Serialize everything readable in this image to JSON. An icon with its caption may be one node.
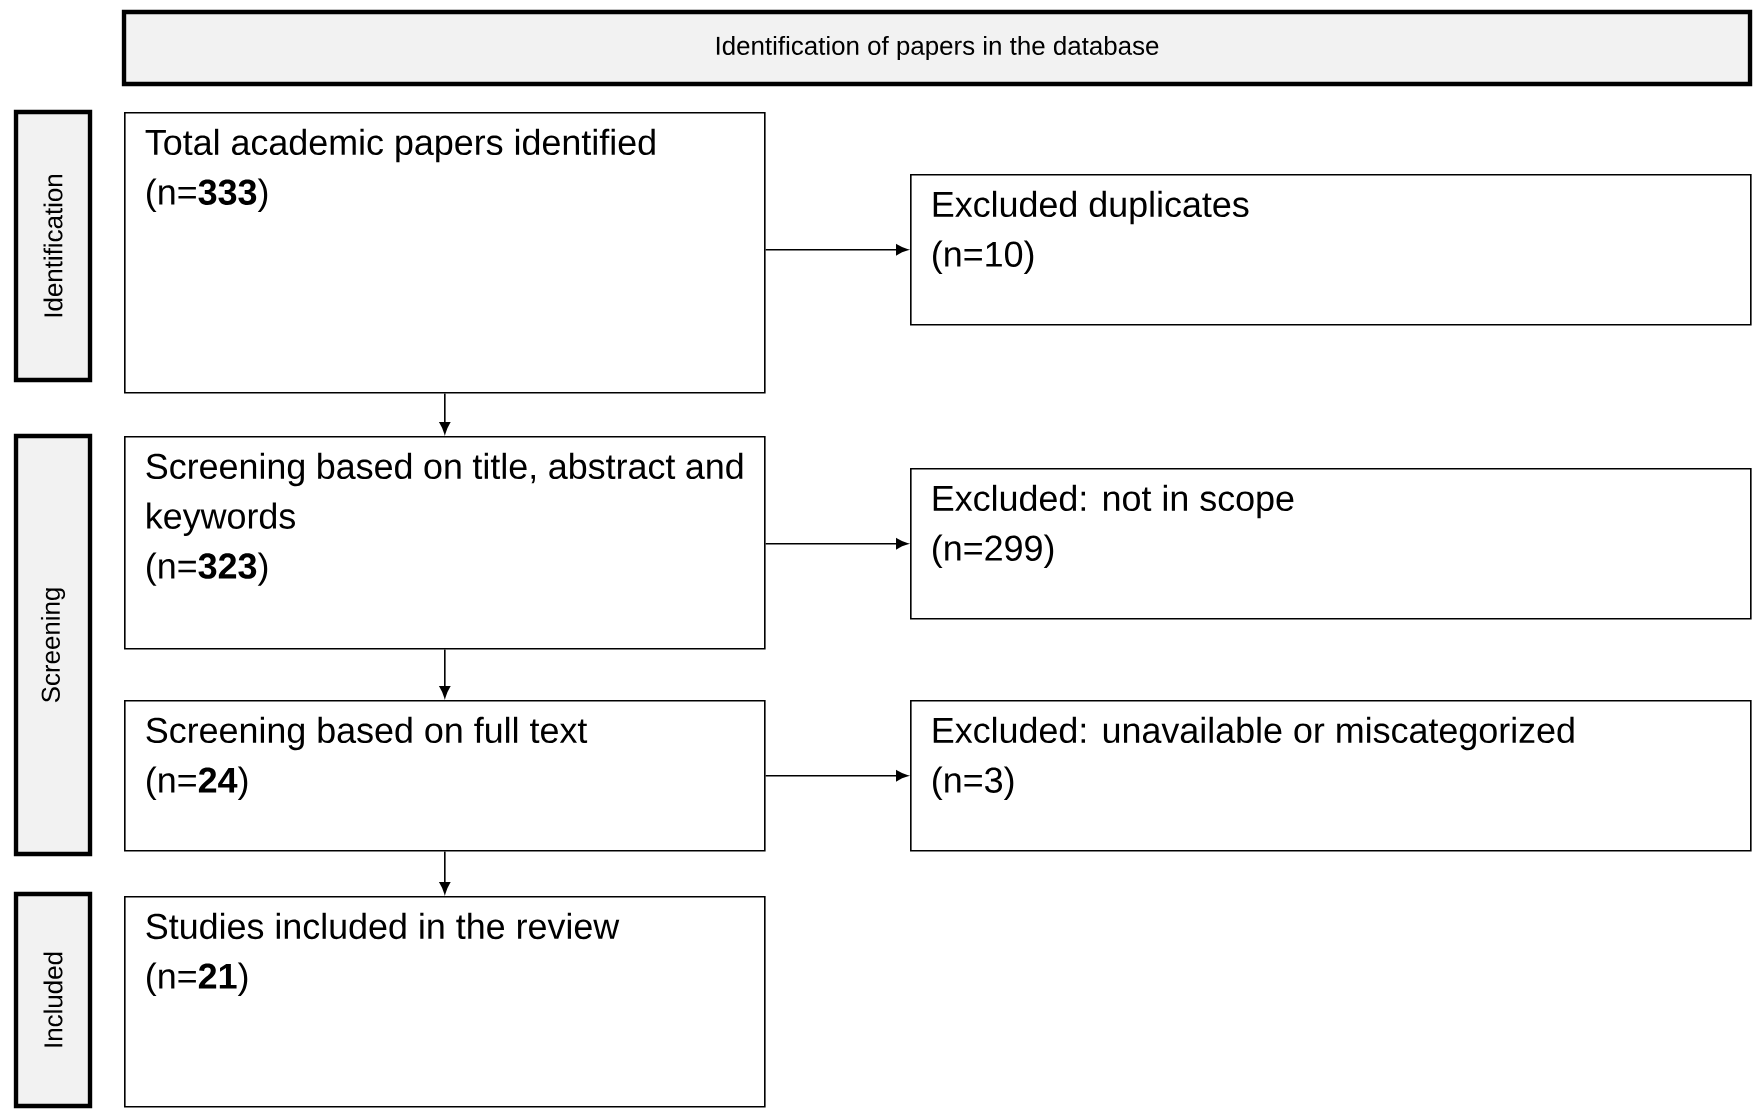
{
  "diagram": {
    "nodes": [
      {
        "text": [
          "Identification of papers in the database"
        ]
      },
      {
        "text": [
          "Identification"
        ]
      },
      {
        "text": [
          "Total academic papers identified",
          "(n=**333**)"
        ]
      },
      {
        "text": [
          "Excluded duplicates",
          "(n=10)"
        ]
      },
      {
        "text": [
          "Screening"
        ]
      },
      {
        "text": [
          "Screening based on title, abstract and keywords",
          "(n=**323**)"
        ]
      },
      {
        "text": [
          "Excluded: not in scope",
          "(n=299)"
        ]
      },
      {
        "text": [
          "Screening based on full text",
          "(n=**24**)"
        ]
      },
      {
        "text": [
          "Excluded: unavailable or miscategorized",
          "(n=3)"
        ]
      },
      {
        "text": [
          "Included"
        ]
      },
      {
        "text": [
          "Studies included in the review",
          "(n=**21**)"
        ]
      }
    ],
    "edges": [
      {
        "from": 2,
        "to": 3,
        "arrow": "to"
      },
      {
        "from": 2,
        "to": 5,
        "arrow": "to"
      },
      {
        "from": 5,
        "to": 6,
        "arrow": "to"
      },
      {
        "from": 5,
        "to": 7,
        "arrow": "to"
      },
      {
        "from": 7,
        "to": 8,
        "arrow": "to"
      },
      {
        "from": 7,
        "to": 10,
        "arrow": "to"
      }
    ]
  }
}
